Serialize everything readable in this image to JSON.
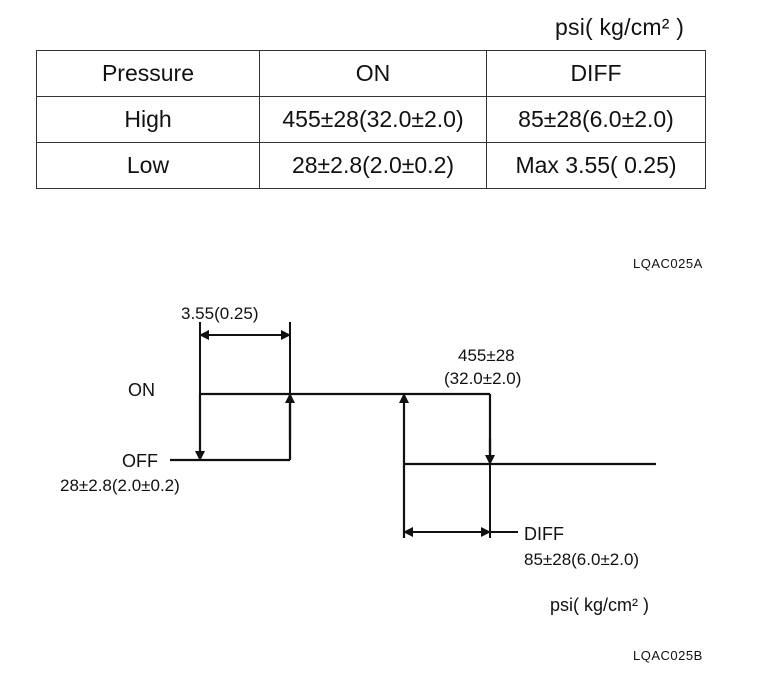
{
  "table": {
    "unit": "psi( kg/cm² )",
    "headers": [
      "Pressure",
      "ON",
      "DIFF"
    ],
    "rows": [
      [
        "High",
        "455±28(32.0±2.0)",
        "85±28(6.0±2.0)"
      ],
      [
        "Low",
        "28±2.8(2.0±0.2)",
        "Max 3.55( 0.25)"
      ]
    ],
    "figure_code": "LQAC025A"
  },
  "diagram": {
    "low_diff_label": "3.55(0.25)",
    "high_on_label_1": "455±28",
    "high_on_label_2": "(32.0±2.0)",
    "on_label": "ON",
    "off_label": "OFF",
    "off_value_label": "28±2.8(2.0±0.2)",
    "diff_label": "DIFF",
    "diff_value_label": "85±28(6.0±2.0)",
    "unit_label": "psi( kg/cm² )",
    "figure_code": "LQAC025B"
  }
}
